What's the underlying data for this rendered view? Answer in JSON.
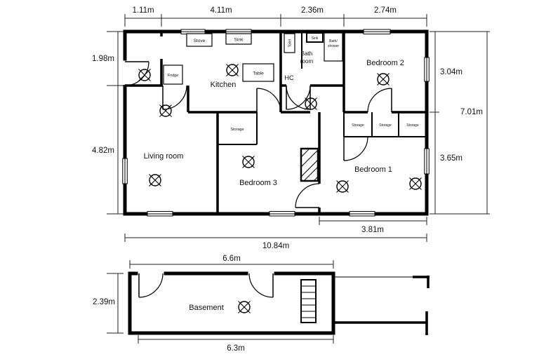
{
  "floorplan": {
    "upper": {
      "dims": {
        "top": [
          "1.11m",
          "4.11m",
          "2.36m",
          "2.74m"
        ],
        "left": [
          "1.98m",
          "4.82m"
        ],
        "right": [
          "3.04m",
          "3.65m"
        ],
        "right_overall": "7.01m",
        "bottom": [
          "3.81m",
          "10.84m"
        ]
      },
      "rooms": {
        "kitchen": "Kitchen",
        "bathroom": [
          "Bath",
          "room"
        ],
        "hc": "HC",
        "bedroom2": "Bedroom 2",
        "living": "Living room",
        "bedroom3": "Bedroom 3",
        "bedroom1": "Bedroom 1"
      },
      "fixtures": {
        "stove": "Stove",
        "kitchen_sink": "Sink",
        "fridge": "Fridge",
        "table": "Table",
        "toilet": "Toilet",
        "bath_sink": "Sink",
        "bath_shower": [
          "Bath/",
          "shower"
        ],
        "storage": "Storage"
      }
    },
    "basement": {
      "label": "Basement",
      "dims": {
        "top": "6.6m",
        "left": "2.39m",
        "bottom": "6.3m"
      }
    },
    "colors": {
      "wall": "#000000",
      "background": "#ffffff"
    }
  }
}
